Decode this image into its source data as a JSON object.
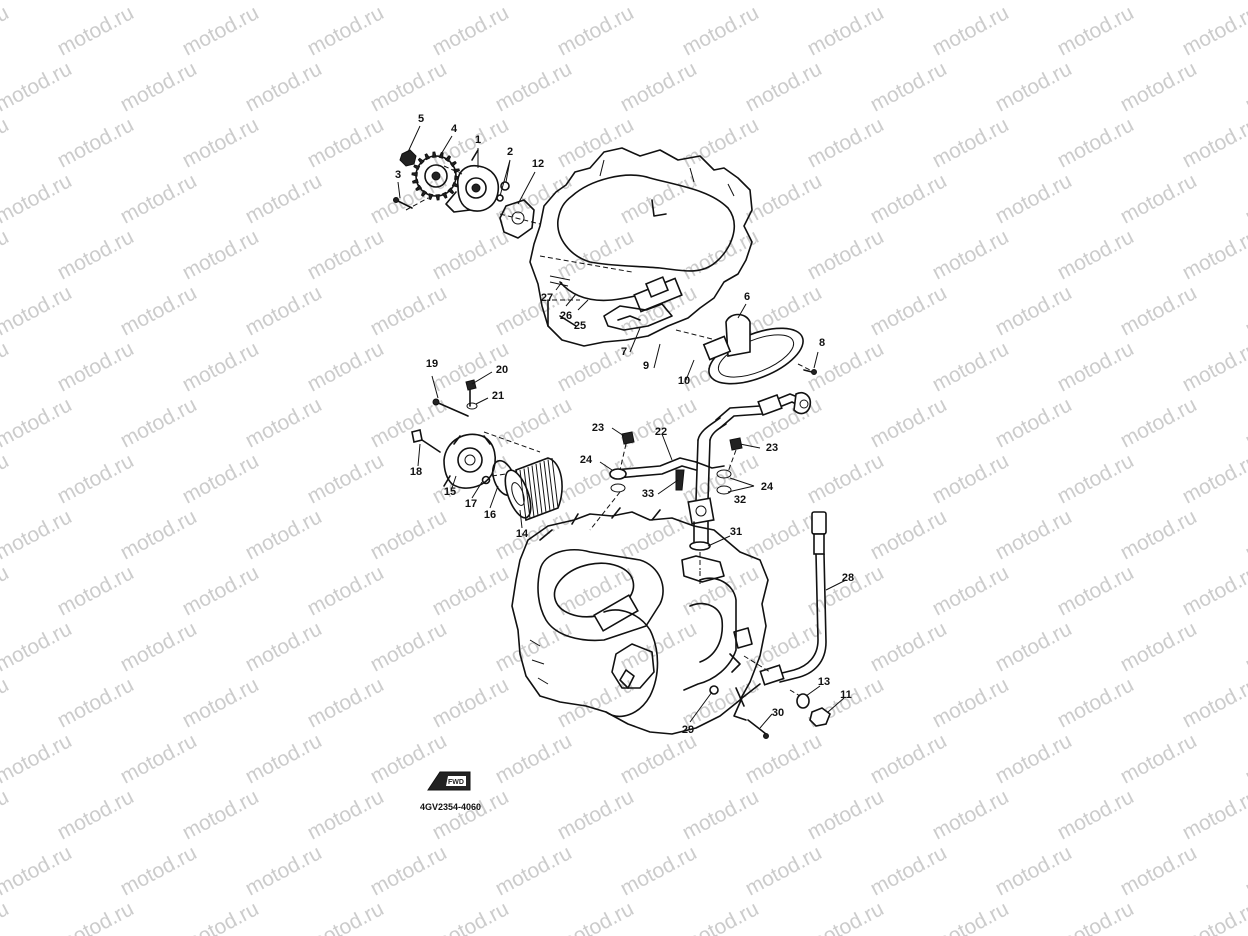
{
  "watermark": {
    "text": "motod.ru",
    "color": "#cccccc"
  },
  "diagram_code": "4GV2354-4060",
  "fwd_symbol_label": "FWD",
  "callouts": [
    {
      "id": "c1",
      "text": "1"
    },
    {
      "id": "c2",
      "text": "2"
    },
    {
      "id": "c3",
      "text": "3"
    },
    {
      "id": "c4",
      "text": "4"
    },
    {
      "id": "c5",
      "text": "5"
    },
    {
      "id": "c6",
      "text": "6"
    },
    {
      "id": "c7",
      "text": "7"
    },
    {
      "id": "c8",
      "text": "8"
    },
    {
      "id": "c9",
      "text": "9"
    },
    {
      "id": "c10",
      "text": "10"
    },
    {
      "id": "c11",
      "text": "11"
    },
    {
      "id": "c12",
      "text": "12"
    },
    {
      "id": "c13",
      "text": "13"
    },
    {
      "id": "c14",
      "text": "14"
    },
    {
      "id": "c15",
      "text": "15"
    },
    {
      "id": "c16",
      "text": "16"
    },
    {
      "id": "c17",
      "text": "17"
    },
    {
      "id": "c18",
      "text": "18"
    },
    {
      "id": "c19",
      "text": "19"
    },
    {
      "id": "c20",
      "text": "20"
    },
    {
      "id": "c21",
      "text": "21"
    },
    {
      "id": "c22",
      "text": "22"
    },
    {
      "id": "c23a",
      "text": "23"
    },
    {
      "id": "c23b",
      "text": "23"
    },
    {
      "id": "c24a",
      "text": "24"
    },
    {
      "id": "c24b",
      "text": "24"
    },
    {
      "id": "c25",
      "text": "25"
    },
    {
      "id": "c26",
      "text": "26"
    },
    {
      "id": "c27",
      "text": "27"
    },
    {
      "id": "c28",
      "text": "28"
    },
    {
      "id": "c29",
      "text": "29"
    },
    {
      "id": "c30",
      "text": "30"
    },
    {
      "id": "c31",
      "text": "31"
    },
    {
      "id": "c32",
      "text": "32"
    },
    {
      "id": "c33",
      "text": "33"
    }
  ]
}
